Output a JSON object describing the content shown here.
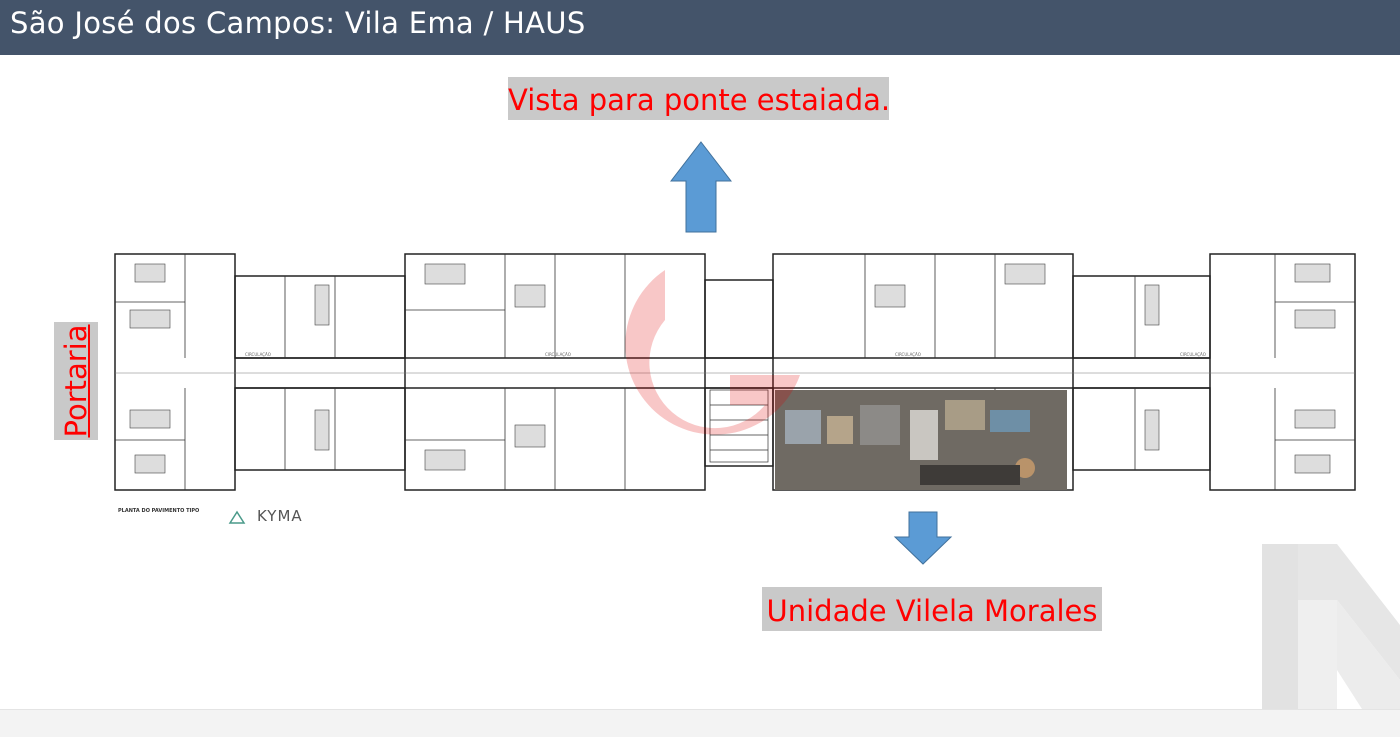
{
  "header": {
    "title": "São José dos Campos: Vila Ema / HAUS",
    "background": "#44546a"
  },
  "labels": {
    "top": "Vista para ponte estaiada.",
    "bottom": "Unidade Vilela Morales",
    "side": "Portaria",
    "text_color": "#ff0000",
    "box_color": "#c9c9c9"
  },
  "plan": {
    "caption": "PLANTA DO PAVIMENTO TIPO",
    "brand": "KYMA",
    "note": "",
    "arrow_color": "#5b9bd5",
    "arrow_up_icon": "arrow-up-icon",
    "arrow_down_icon": "arrow-down-icon"
  }
}
